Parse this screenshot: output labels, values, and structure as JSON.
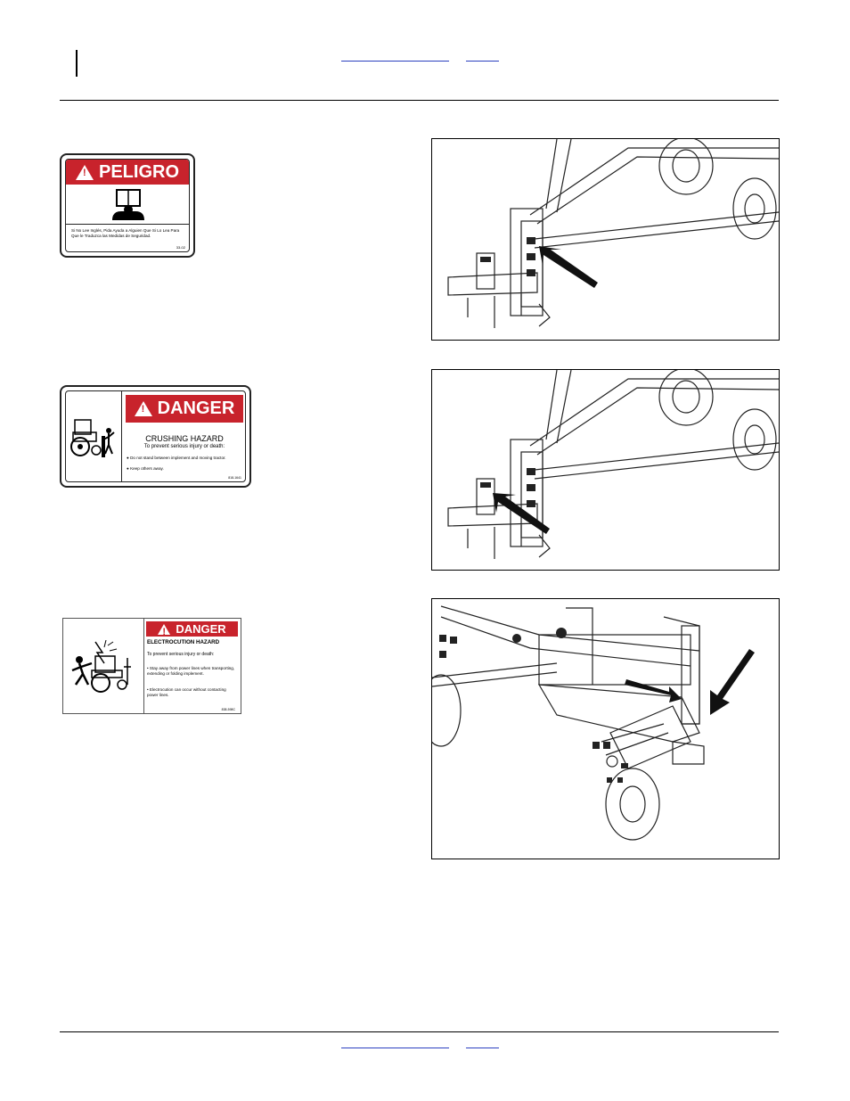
{
  "decals": {
    "peligro": {
      "title": "PELIGRO",
      "text": "Si No Lee Inglés, Pida Ayuda a Alguien Que Si Lo Lea Para Que le Traduzca las Medidas de Seguridad.",
      "code": "33-02"
    },
    "crushing": {
      "title": "DANGER",
      "hazard": "CRUSHING HAZARD",
      "subtitle": "To prevent serious injury or death:",
      "bullet1": "Do not stand between implement and moving tractor.",
      "bullet2": "Keep others away.",
      "code": "818-1641"
    },
    "electrocution": {
      "title": "DANGER",
      "hazard": "ELECTROCUTION HAZARD",
      "subtitle": "To prevent serious injury or death:",
      "bullet1": "Stay away from power lines when transporting, extending or folding implement.",
      "bullet2": "Electrocution can occur without contacting power lines.",
      "code": "838-598C"
    }
  }
}
